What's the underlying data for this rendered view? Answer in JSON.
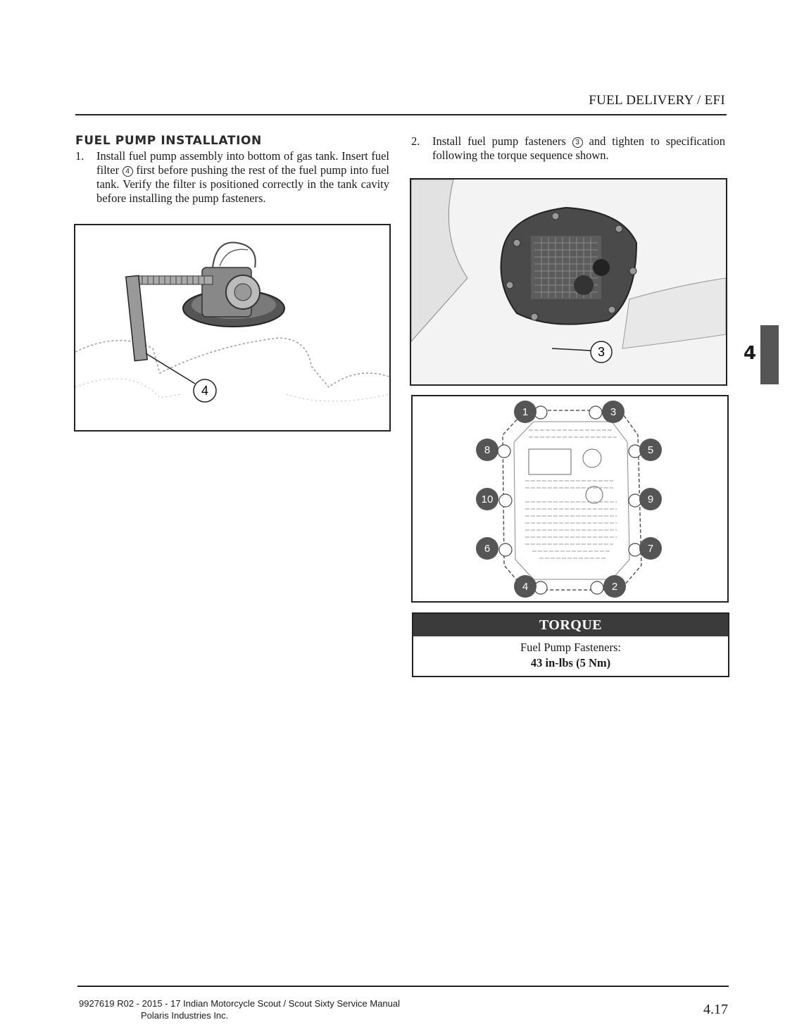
{
  "header": {
    "title": "FUEL DELIVERY / EFI"
  },
  "section": {
    "title": "FUEL PUMP INSTALLATION"
  },
  "steps": [
    {
      "num": "1.",
      "text_a": "Install fuel pump assembly into bottom of gas tank. Insert fuel filter ",
      "ref": "4",
      "text_b": " first before pushing the rest of the fuel pump into fuel tank. Verify the filter is positioned correctly in the tank cavity before installing the pump fasteners."
    },
    {
      "num": "2.",
      "text_a": "Install fuel pump fasteners ",
      "ref": "3",
      "text_b": " and tighten to specification following the torque sequence shown."
    }
  ],
  "figure1": {
    "callout": "4"
  },
  "figure2": {
    "callout": "3"
  },
  "figure3": {
    "fasteners": [
      "1",
      "2",
      "3",
      "4",
      "5",
      "6",
      "7",
      "8",
      "9",
      "10"
    ]
  },
  "torque": {
    "heading": "TORQUE",
    "label": "Fuel Pump Fasteners:",
    "value": "43 in-lbs (5 Nm)"
  },
  "chapter_tab": "4",
  "footer": {
    "line1": "9927619 R02 - 2015 - 17 Indian Motorcycle Scout / Scout Sixty Service Manual",
    "line2": "Polaris Industries Inc.",
    "page": "4.17"
  }
}
